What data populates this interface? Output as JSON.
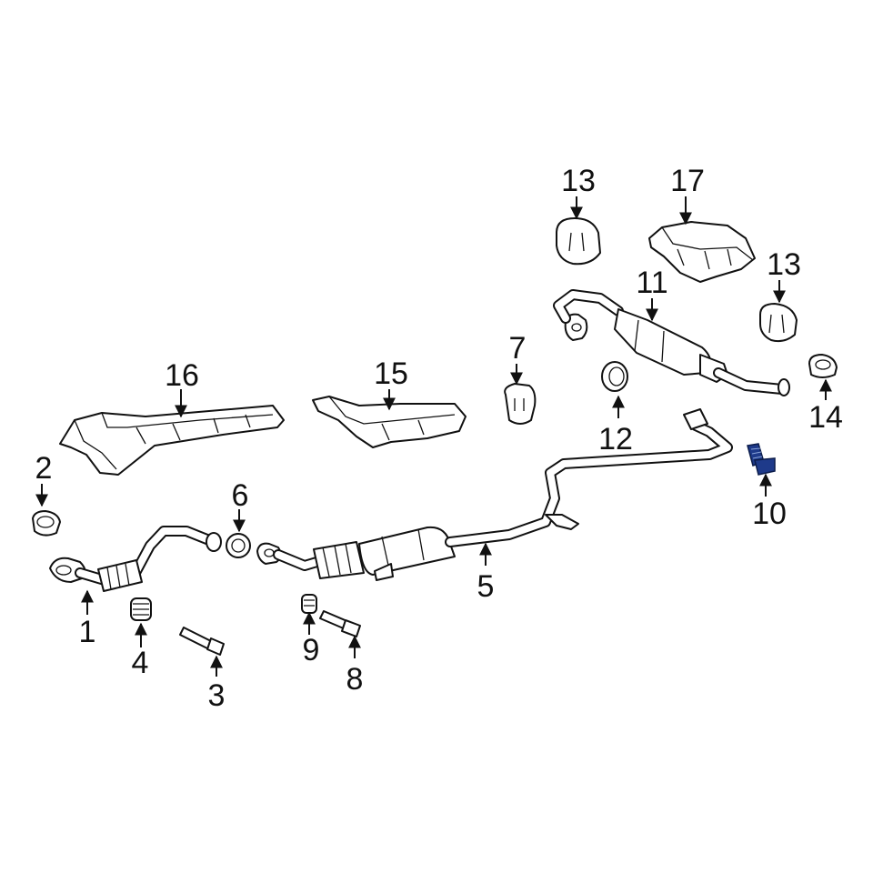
{
  "callouts": [
    {
      "id": "1",
      "text": "1"
    },
    {
      "id": "2",
      "text": "2"
    },
    {
      "id": "3",
      "text": "3"
    },
    {
      "id": "4",
      "text": "4"
    },
    {
      "id": "5",
      "text": "5"
    },
    {
      "id": "6",
      "text": "6"
    },
    {
      "id": "7",
      "text": "7"
    },
    {
      "id": "8",
      "text": "8"
    },
    {
      "id": "9",
      "text": "9"
    },
    {
      "id": "10",
      "text": "10"
    },
    {
      "id": "11",
      "text": "11"
    },
    {
      "id": "12",
      "text": "12"
    },
    {
      "id": "13a",
      "text": "13"
    },
    {
      "id": "13b",
      "text": "13"
    },
    {
      "id": "14",
      "text": "14"
    },
    {
      "id": "15",
      "text": "15"
    },
    {
      "id": "16",
      "text": "16"
    },
    {
      "id": "17",
      "text": "17"
    }
  ],
  "colors": {
    "line": "#111111",
    "background": "#ffffff",
    "highlight": "#1e3a8a"
  },
  "highlighted_part": "10"
}
